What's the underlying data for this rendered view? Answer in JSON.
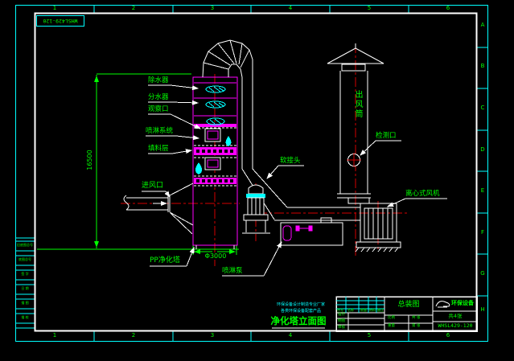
{
  "colors": {
    "background": "#000000",
    "frame_outer": "#00ffff",
    "frame_inner": "#ffffff",
    "annotation_green": "#00ff00",
    "equipment_magenta": "#ff00ff",
    "centerline_red": "#d40000",
    "linework_white": "#ffffff",
    "nozzle_cyan": "#00ffff"
  },
  "sheet": {
    "code_box_text": "WHSL429-120",
    "zone_numbers_top": [
      "1",
      "2",
      "3",
      "4",
      "5",
      "6"
    ],
    "zone_numbers_bottom": [
      "1",
      "2",
      "3",
      "4",
      "5",
      "6"
    ],
    "zone_letters_right": [
      "A",
      "B",
      "C",
      "D",
      "E",
      "F",
      "G",
      "H"
    ],
    "left_strip_rows": [
      "旧底图总号",
      "底图总号",
      "签 字",
      "日 期",
      "描 图",
      "描 校"
    ]
  },
  "tower_labels": {
    "water_eliminator": "除水器",
    "water_distributor": "分水器",
    "observation_port": "观察口",
    "spray_system": "喷淋系统",
    "packing_layer": "填料层",
    "air_inlet": "进风口",
    "tower_name": "PP净化塔",
    "spray_pump": "喷淋泵",
    "flexible_joint": "软接头"
  },
  "stack_labels": {
    "outlet_stack": "出风筒",
    "detection_port": "检测口",
    "centrifugal_fan": "离心式风机"
  },
  "dimensions": {
    "tower_height": "16500",
    "tower_diameter": "Φ3000"
  },
  "title_area": {
    "subtitle_line1": "环保设备设计制造专业厂家",
    "subtitle_line2": "各类环保设备配套产品",
    "drawing_title": "净化塔立面图"
  },
  "title_block": {
    "assembly_label": "总装图",
    "company_name": "环保设备",
    "sheet_info": "共4张",
    "drawing_number": "WHSL429-120",
    "parts_header": [
      "序号",
      "名称",
      "数量",
      "材料",
      "备注"
    ],
    "sign_labels": [
      "设计",
      "制图",
      "审核"
    ],
    "scale_label": "比例",
    "weight_label": "重量",
    "sheets_label": "共 张",
    "page_label": "第 张"
  }
}
